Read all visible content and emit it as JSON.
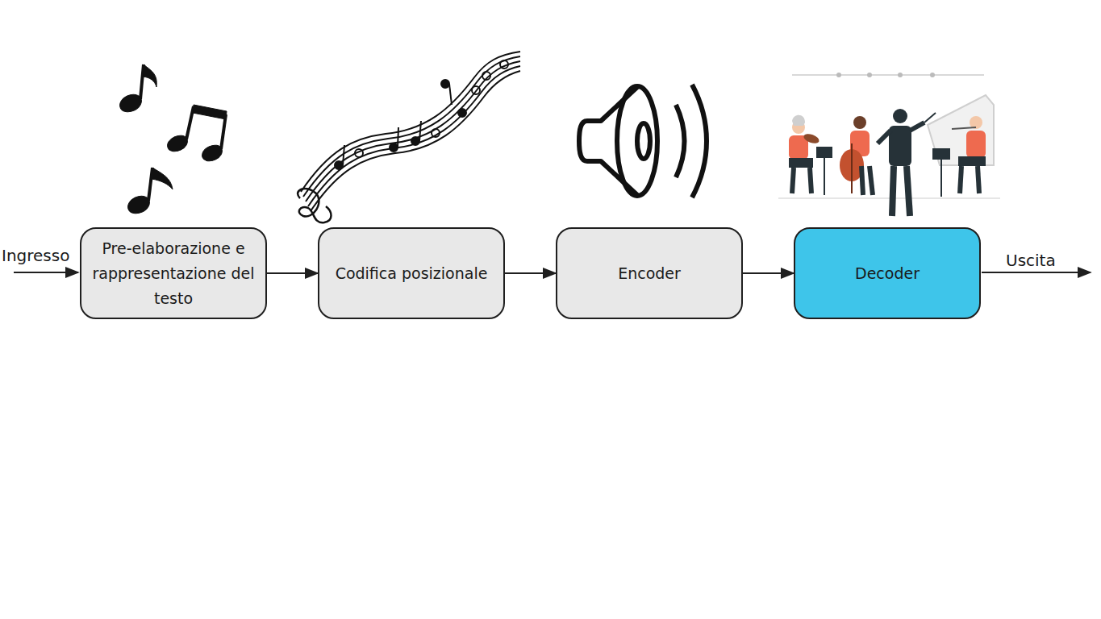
{
  "diagram": {
    "nodes": [
      {
        "text": [
          "Pre-elaborazione e rappresentazione del testo"
        ]
      },
      {
        "text": [
          "Codifica posizionale"
        ]
      },
      {
        "text": [
          "Encoder"
        ]
      },
      {
        "text": [
          "Decoder"
        ]
      }
    ],
    "edges": [
      {
        "from": 0,
        "to": 1,
        "arrow": "to"
      },
      {
        "from": 1,
        "to": 2,
        "arrow": "to"
      },
      {
        "from": 2,
        "to": 3,
        "arrow": "to"
      }
    ],
    "labels": [
      "Ingresso",
      "Uscita"
    ]
  }
}
